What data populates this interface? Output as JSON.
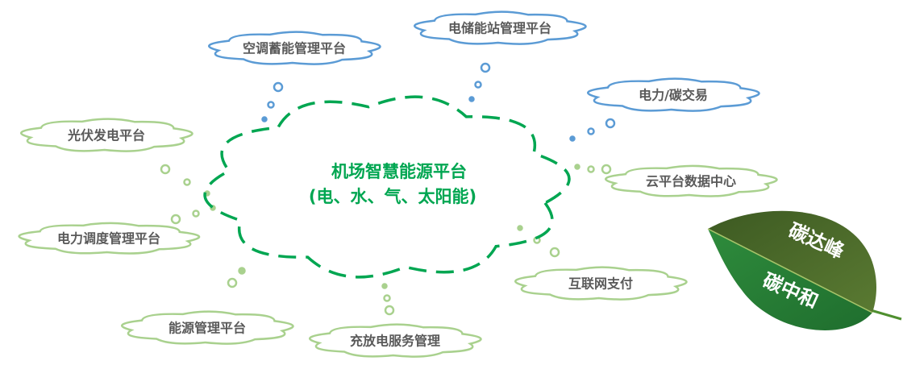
{
  "center": {
    "title": "机场智慧能源平台",
    "subtitle": "(电、水、气、太阳能)",
    "color": "#00a651"
  },
  "nodes": [
    {
      "label": "空调蓄能管理平台",
      "color": "#5b9bd5"
    },
    {
      "label": "电储能站管理平台",
      "color": "#5b9bd5"
    },
    {
      "label": "电力/碳交易",
      "color": "#5b9bd5"
    },
    {
      "label": "光伏发电平台",
      "color": "#a9d18e"
    },
    {
      "label": "云平台数据中心",
      "color": "#a9d18e"
    },
    {
      "label": "电力调度管理平台",
      "color": "#a9d18e"
    },
    {
      "label": "互联网支付",
      "color": "#a9d18e"
    },
    {
      "label": "能源管理平台",
      "color": "#a9d18e"
    },
    {
      "label": "充放电服务管理",
      "color": "#a9d18e"
    }
  ],
  "leaf": {
    "top_text": "碳达峰",
    "bottom_text": "碳中和"
  }
}
